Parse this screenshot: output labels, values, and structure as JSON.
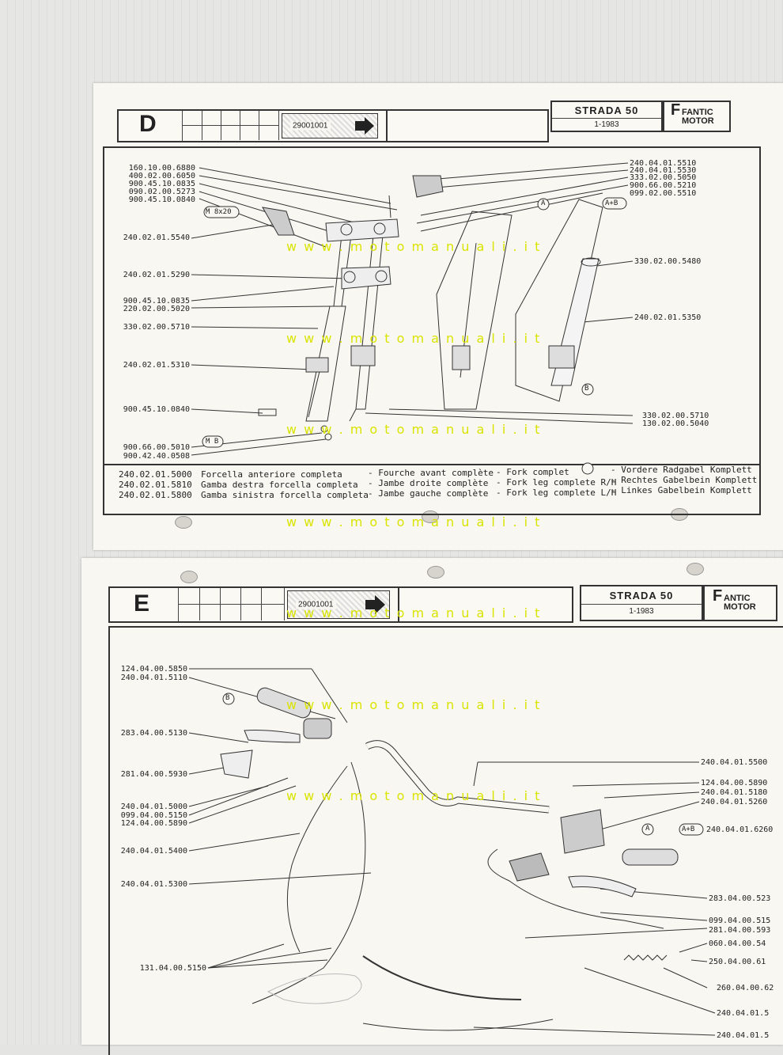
{
  "watermark": "w w w . m o t o m a n u a l i . i t",
  "sheet_d": {
    "letter": "D",
    "ref_code": "29001001",
    "model": "STRADA 50",
    "date": "1-1983",
    "logo_top": "FANTIC",
    "logo_bottom": "MOTOR",
    "logo_initial": "F",
    "left_parts": [
      "160.10.00.6880",
      "400.02.00.6050",
      "900.45.10.0835",
      "090.02.00.5273",
      "900.45.10.0840"
    ],
    "left_mid": [
      "240.02.01.5540",
      "240.02.01.5290",
      "900.45.10.0835",
      "220.02.00.5020",
      "330.02.00.5710",
      "240.02.01.5310",
      "900.45.10.0840",
      "900.66.00.5010",
      "900.42.40.0508"
    ],
    "right_parts": [
      "240.04.01.5510",
      "240.04.01.5530",
      "333.02.00.5050",
      "900.66.00.5210",
      "099.02.00.5510",
      "330.02.00.5480",
      "240.02.01.5350",
      "330.02.00.5710",
      "130.02.00.5040"
    ],
    "tag_m8x20": "M 8x20",
    "tag_mb": "M B",
    "tag_a": "A",
    "tag_ab": "A+B",
    "tag_b": "B",
    "legend": [
      {
        "code": "240.02.01.5000",
        "it": "Forcella anteriore completa",
        "fr": "- Fourche avant complète",
        "en": "- Fork complet",
        "de": "- Vordere Radgabel Komplett"
      },
      {
        "code": "240.02.01.5810",
        "it": "Gamba destra forcella completa",
        "fr": "- Jambe droite complète",
        "en": "- Fork leg complete R/H",
        "de": "- Rechtes Gabelbein Komplett"
      },
      {
        "code": "240.02.01.5800",
        "it": "Gamba sinistra forcella completa",
        "fr": "- Jambe gauche complète",
        "en": "- Fork leg complete L/H",
        "de": "- Linkes Gabelbein Komplett"
      }
    ]
  },
  "sheet_e": {
    "letter": "E",
    "ref_code": "29001001",
    "model": "STRADA 50",
    "date": "1-1983",
    "logo_top": "ANTIC",
    "logo_bottom": "MOTOR",
    "logo_initial": "F",
    "left_parts": [
      "124.04.00.5850",
      "240.04.01.5110",
      "283.04.00.5130",
      "281.04.00.5930",
      "240.04.01.5000",
      "099.04.00.5150",
      "124.04.00.5890",
      "240.04.01.5400",
      "240.04.01.5300",
      "131.04.00.5150"
    ],
    "right_parts": [
      "240.04.01.5500",
      "124.04.00.5890",
      "240.04.01.5180",
      "240.04.01.5260",
      "240.04.01.6260",
      "283.04.00.523",
      "099.04.00.515",
      "281.04.00.593",
      "060.04.00.54",
      "250.04.00.61",
      "260.04.00.62",
      "240.04.01.5",
      "240.04.01.5"
    ],
    "tag_b": "B",
    "tag_a": "A",
    "tag_ab": "A+B"
  }
}
